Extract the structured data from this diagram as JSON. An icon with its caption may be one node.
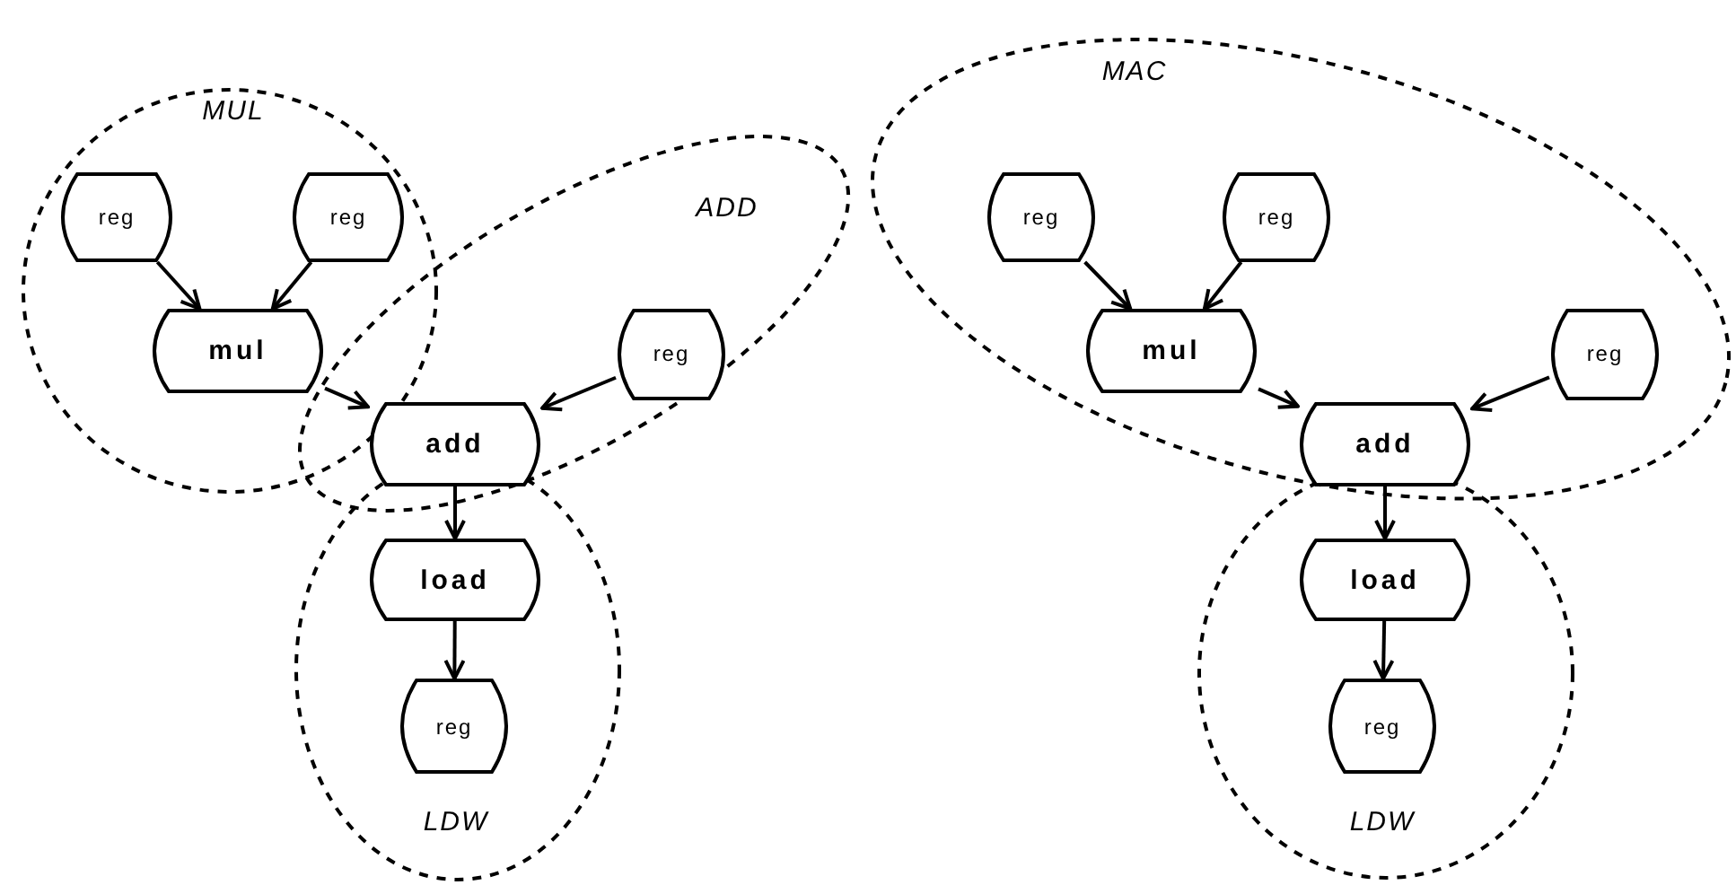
{
  "diagram": {
    "nodes": [
      {
        "text": [
          "MUL"
        ]
      },
      {
        "text": [
          "reg"
        ],
        "in": 0
      },
      {
        "text": [
          "reg"
        ],
        "in": 0
      },
      {
        "text": [
          "mul"
        ],
        "in": 0
      },
      {
        "text": [
          "ADD"
        ]
      },
      {
        "text": [
          "reg"
        ],
        "in": 4
      },
      {
        "text": [
          "add"
        ],
        "in": 4
      },
      {
        "text": [
          "LDW"
        ]
      },
      {
        "text": [
          "load"
        ],
        "in": 7
      },
      {
        "text": [
          "reg"
        ],
        "in": 7
      },
      {
        "text": [
          "MAC"
        ]
      },
      {
        "text": [
          "reg"
        ],
        "in": 10
      },
      {
        "text": [
          "reg"
        ],
        "in": 10
      },
      {
        "text": [
          "mul"
        ],
        "in": 10
      },
      {
        "text": [
          "reg"
        ],
        "in": 10
      },
      {
        "text": [
          "add"
        ],
        "in": 10
      },
      {
        "text": [
          "LDW"
        ]
      },
      {
        "text": [
          "load"
        ],
        "in": 16
      },
      {
        "text": [
          "reg"
        ],
        "in": 16
      }
    ],
    "edges": [
      {
        "from": 1,
        "to": 3,
        "arrow": "to"
      },
      {
        "from": 2,
        "to": 3,
        "arrow": "to"
      },
      {
        "from": 3,
        "to": 6,
        "arrow": "to"
      },
      {
        "from": 5,
        "to": 6,
        "arrow": "to"
      },
      {
        "from": 6,
        "to": 8,
        "arrow": "to"
      },
      {
        "from": 8,
        "to": 9,
        "arrow": "to"
      },
      {
        "from": 11,
        "to": 13,
        "arrow": "to"
      },
      {
        "from": 12,
        "to": 13,
        "arrow": "to"
      },
      {
        "from": 13,
        "to": 15,
        "arrow": "to"
      },
      {
        "from": 14,
        "to": 15,
        "arrow": "to"
      },
      {
        "from": 15,
        "to": 17,
        "arrow": "to"
      },
      {
        "from": 17,
        "to": 18,
        "arrow": "to"
      }
    ]
  }
}
